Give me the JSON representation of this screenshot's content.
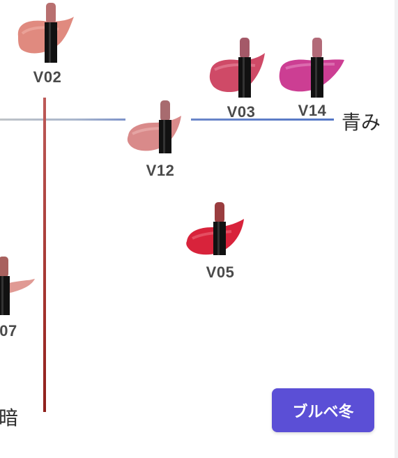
{
  "axis_labels": {
    "blue": "青み",
    "dark": "暗"
  },
  "products": [
    {
      "code": "V02",
      "swatch": "#e08a7f",
      "bullet": "#b87070"
    },
    {
      "code": "V03",
      "swatch": "#cf4a67",
      "bullet": "#a45968"
    },
    {
      "code": "V14",
      "swatch": "#cc3e93",
      "bullet": "#b26a78"
    },
    {
      "code": "V12",
      "swatch": "#d98a8a",
      "bullet": "#a86b6f"
    },
    {
      "code": "V05",
      "swatch": "#d8233b",
      "bullet": "#9a3d3f"
    },
    {
      "code": "07",
      "swatch": "#e09a94",
      "bullet": "#a8615e"
    }
  ],
  "season_button": {
    "label": "ブルベ冬",
    "color": "#5b4fd6"
  }
}
